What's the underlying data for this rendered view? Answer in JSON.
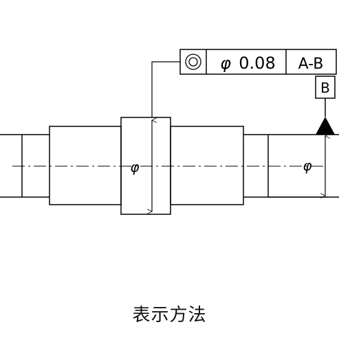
{
  "feature_control_frame": {
    "symbol_icon": "concentricity-icon",
    "tolerance_symbol": "φ",
    "tolerance_value": "0.08",
    "datum_reference": "A-B"
  },
  "datum_feature": {
    "letter": "B"
  },
  "diameter_marks": [
    "φ",
    "φ"
  ],
  "caption": "表示方法"
}
